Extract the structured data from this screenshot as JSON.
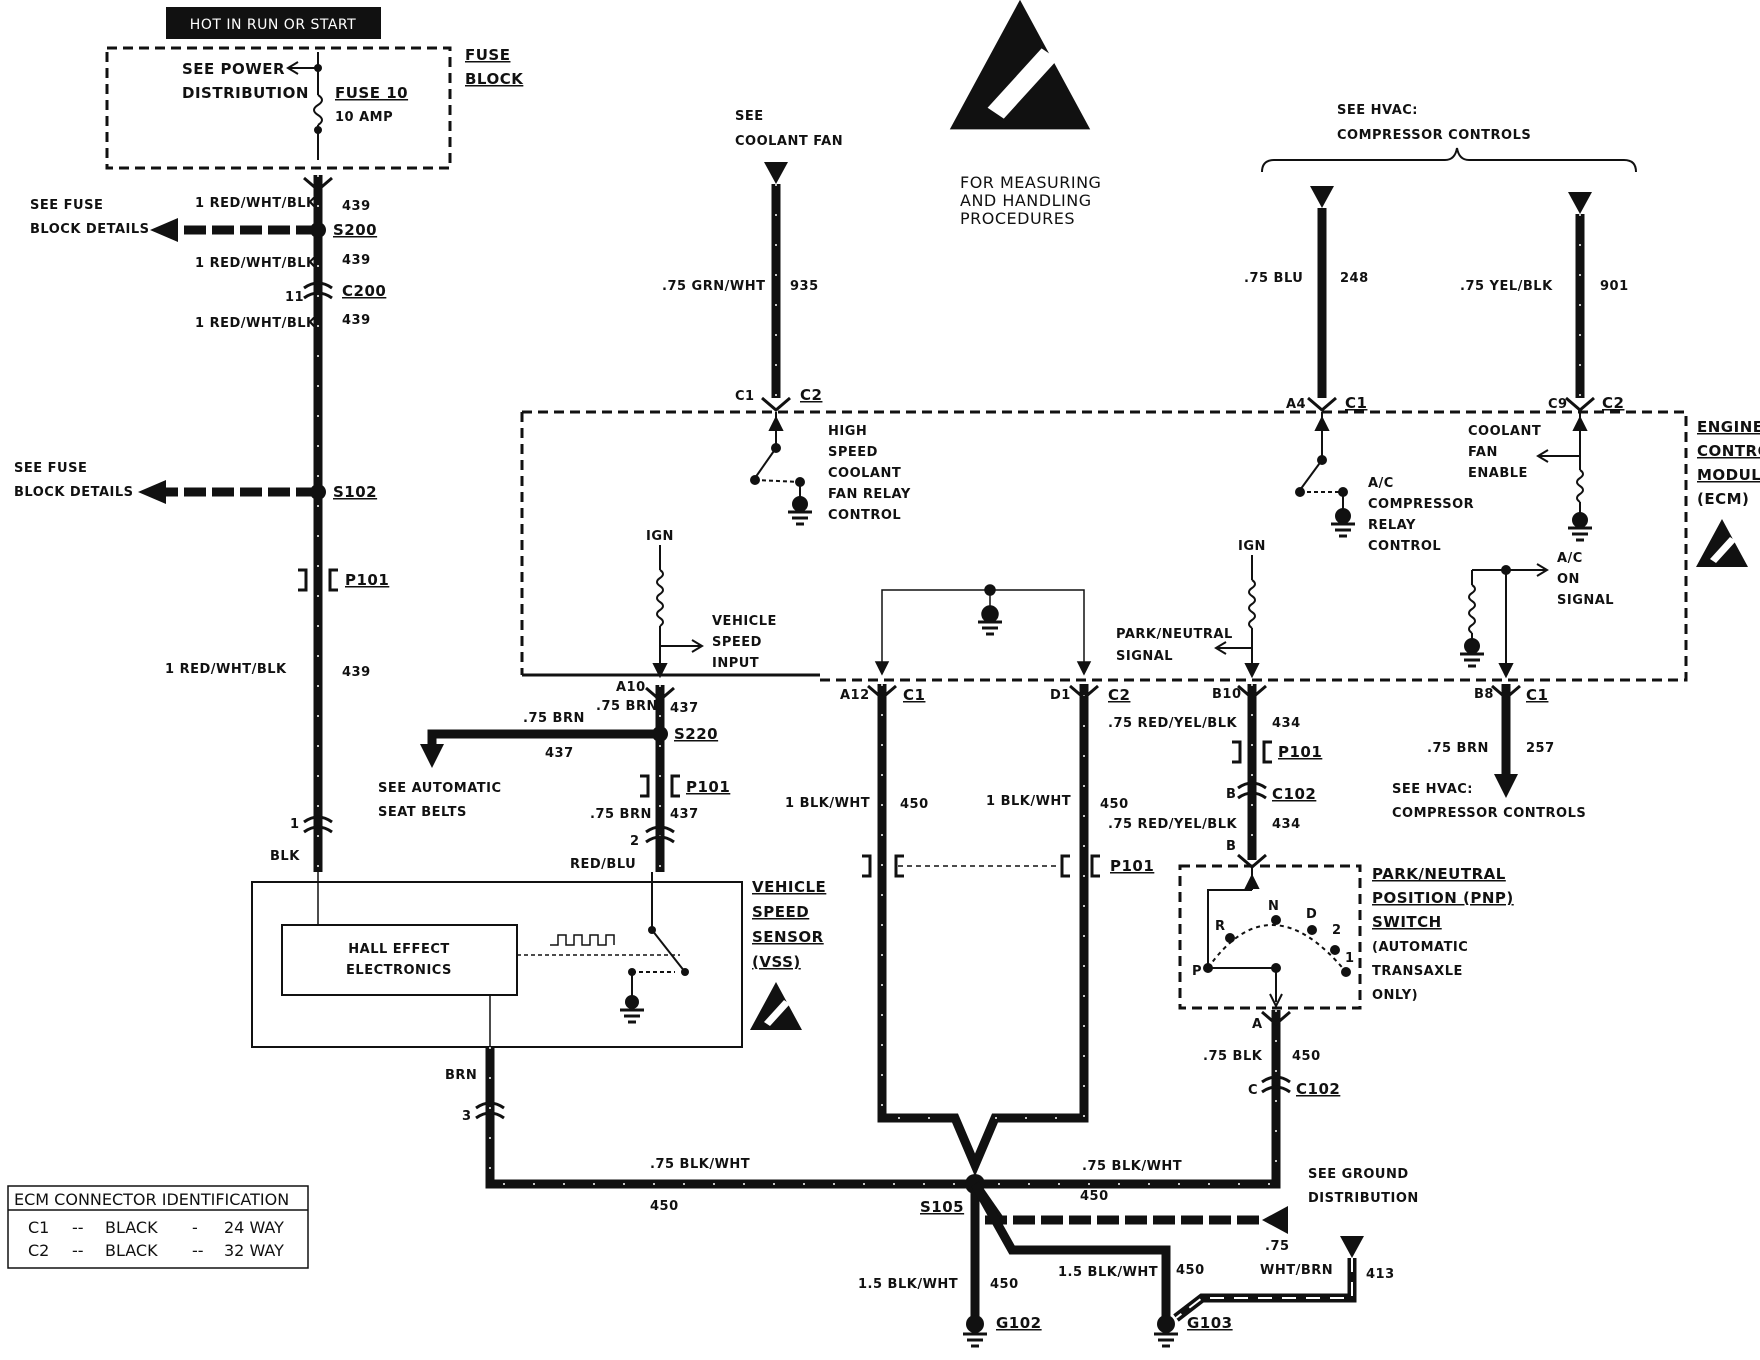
{
  "header": {
    "ignition_label": "HOT IN RUN OR START"
  },
  "fuse_block": {
    "title": "FUSE",
    "title2": "BLOCK",
    "see_power": "SEE POWER",
    "see_power2": "DISTRIBUTION",
    "fuse_name": "FUSE 10",
    "fuse_rating": "10 AMP"
  },
  "esd_note": {
    "line1": "FOR MEASURING",
    "line2": "AND HANDLING",
    "line3": "PROCEDURES"
  },
  "refs": {
    "see_coolant": "SEE",
    "see_coolant2": "COOLANT FAN",
    "see_hvac": "SEE HVAC:",
    "see_hvac2": "COMPRESSOR CONTROLS",
    "see_fuse_block": "SEE FUSE",
    "see_fuse_block2": "BLOCK DETAILS",
    "see_auto_belts": "SEE AUTOMATIC",
    "see_auto_belts2": "SEAT BELTS",
    "see_hvac_bottom": "SEE HVAC:",
    "see_hvac_bottom2": "COMPRESSOR CONTROLS",
    "see_ground": "SEE GROUND",
    "see_ground2": "DISTRIBUTION"
  },
  "wires": {
    "w439a": "1 RED/WHT/BLK",
    "c439": "439",
    "w935": ".75 GRN/WHT",
    "c935": "935",
    "w248": ".75  BLU",
    "c248": "248",
    "w901": ".75  YEL/BLK",
    "c901": "901",
    "w437_brn": ".75 BRN",
    "c437": "437",
    "w450_1": "1 BLK/WHT",
    "c450": "450",
    "w434": ".75  RED/YEL/BLK",
    "c434": "434",
    "w257": ".75  BRN",
    "c257": "257",
    "w450_75": ".75  BLK",
    "w450_blkwht": ".75  BLK/WHT",
    "w450_15": "1.5  BLK/WHT",
    "w413": ".75",
    "w413b": "WHT/BRN",
    "c413": "413",
    "blk": "BLK",
    "red_blu": "RED/BLU",
    "brn": "BRN"
  },
  "splices": {
    "s200": "S200",
    "s102": "S102",
    "s220": "S220",
    "s105": "S105"
  },
  "connectors": {
    "c200": "C200",
    "p101": "P101",
    "c1": "C1",
    "c2": "C2",
    "c102": "C102",
    "pin11": "11",
    "pin1": "1",
    "pin2": "2",
    "pin3": "3",
    "a10": "A10",
    "a12": "A12",
    "d1": "D1",
    "b10": "B10",
    "b8": "B8",
    "a4": "A4",
    "c9": "C9",
    "pinB": "B",
    "pinA": "A",
    "pinC": "C"
  },
  "grounds": {
    "g102": "G102",
    "g103": "G103"
  },
  "ecm": {
    "title1": "ENGINE",
    "title2": "CONTROL",
    "title3": "MODULE",
    "title4": "(ECM)",
    "hs_fan1": "HIGH",
    "hs_fan2": "SPEED",
    "hs_fan3": "COOLANT",
    "hs_fan4": "FAN RELAY",
    "hs_fan5": "CONTROL",
    "ac_relay1": "A/C",
    "ac_relay2": "COMPRESSOR",
    "ac_relay3": "RELAY",
    "ac_relay4": "CONTROL",
    "cf_enable1": "COOLANT",
    "cf_enable2": "FAN",
    "cf_enable3": "ENABLE",
    "ign": "IGN",
    "vsi1": "VEHICLE",
    "vsi2": "SPEED",
    "vsi3": "INPUT",
    "pn1": "PARK/NEUTRAL",
    "pn2": "SIGNAL",
    "ac_on1": "A/C",
    "ac_on2": "ON",
    "ac_on3": "SIGNAL"
  },
  "vss": {
    "title1": "VEHICLE",
    "title2": "SPEED",
    "title3": "SENSOR",
    "title4": "(VSS)",
    "hall1": "HALL EFFECT",
    "hall2": "ELECTRONICS"
  },
  "pnp": {
    "title1": "PARK/NEUTRAL",
    "title2": "POSITION (PNP)",
    "title3": "SWITCH",
    "note1": "(AUTOMATIC",
    "note2": "TRANSAXLE",
    "note3": "ONLY)",
    "pos_r": "R",
    "pos_n": "N",
    "pos_d": "D",
    "pos_2": "2",
    "pos_1": "1",
    "pos_p": "P"
  },
  "legend": {
    "title": "ECM CONNECTOR IDENTIFICATION",
    "rows": [
      {
        "conn": "C1",
        "dash1": "--",
        "color": "BLACK",
        "dash2": "-",
        "size": "24 WAY"
      },
      {
        "conn": "C2",
        "dash1": "--",
        "color": "BLACK",
        "dash2": "--",
        "size": "32 WAY"
      }
    ]
  }
}
